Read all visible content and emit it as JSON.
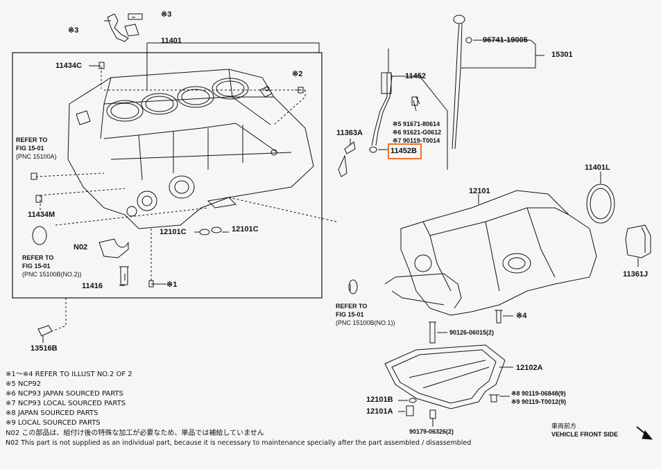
{
  "callouts": {
    "c11401": "11401",
    "c11434C": "11434C",
    "c11434M": "11434M",
    "c11416": "11416",
    "cN02": "N02",
    "c13516B": "13516B",
    "c12101C_a": "12101C",
    "c12101C_b": "12101C",
    "c11452": "11452",
    "c11452B": "11452B",
    "c11363A": "11363A",
    "c96741": "96741-19005",
    "c15301": "15301",
    "c91671": "※5 91671-80614",
    "c91621": "※6 91621-G0612",
    "c90119": "※7 90119-T0014",
    "c11401L": "11401L",
    "c11361J": "11361J",
    "c12101": "12101",
    "c12102A": "12102A",
    "c12101B": "12101B",
    "c12101A": "12101A",
    "c90126": "90126-06015(2)",
    "c90179": "90179-06326(2)",
    "c90119_a": "※8 90119-06848(9)",
    "c90119_b": "※9 90119-T0012(9)",
    "star1": "※1",
    "star2": "※2",
    "star3a": "※3",
    "star3b": "※3",
    "star4": "※4"
  },
  "refs": {
    "r1_line1": "REFER TO",
    "r1_line2": "FIG 15-01",
    "r1_line3": "(PNC 15100A)",
    "r2_line1": "REFER TO",
    "r2_line2": "FIG 15-01",
    "r2_line3": "(PNC 15100B(NO.2))",
    "r3_line1": "REFER TO",
    "r3_line2": "FIG 15-01",
    "r3_line3": "(PNC 15100B(NO.1))"
  },
  "front": {
    "jp": "車両前方",
    "en": "VEHICLE FRONT SIDE"
  },
  "notes": [
    "※1〜※4 REFER TO ILLUST NO.2 OF 2",
    "※5 NCP92",
    "※6 NCP93 JAPAN SOURCED PARTS",
    "※7 NCP93 LOCAL SOURCED PARTS",
    "※8 JAPAN SOURCED PARTS",
    "※9 LOCAL SOURCED PARTS",
    "N02  この部品は、組付け後の特殊な加工が必要なため、単品では補給していません",
    "N02  This part is not supplied as an individual part, because it is necessary to maintenance specially after the part assembled / disassembled"
  ],
  "colors": {
    "highlight": "#e8742c",
    "ink": "#111111",
    "paper": "#f6f6f4"
  }
}
